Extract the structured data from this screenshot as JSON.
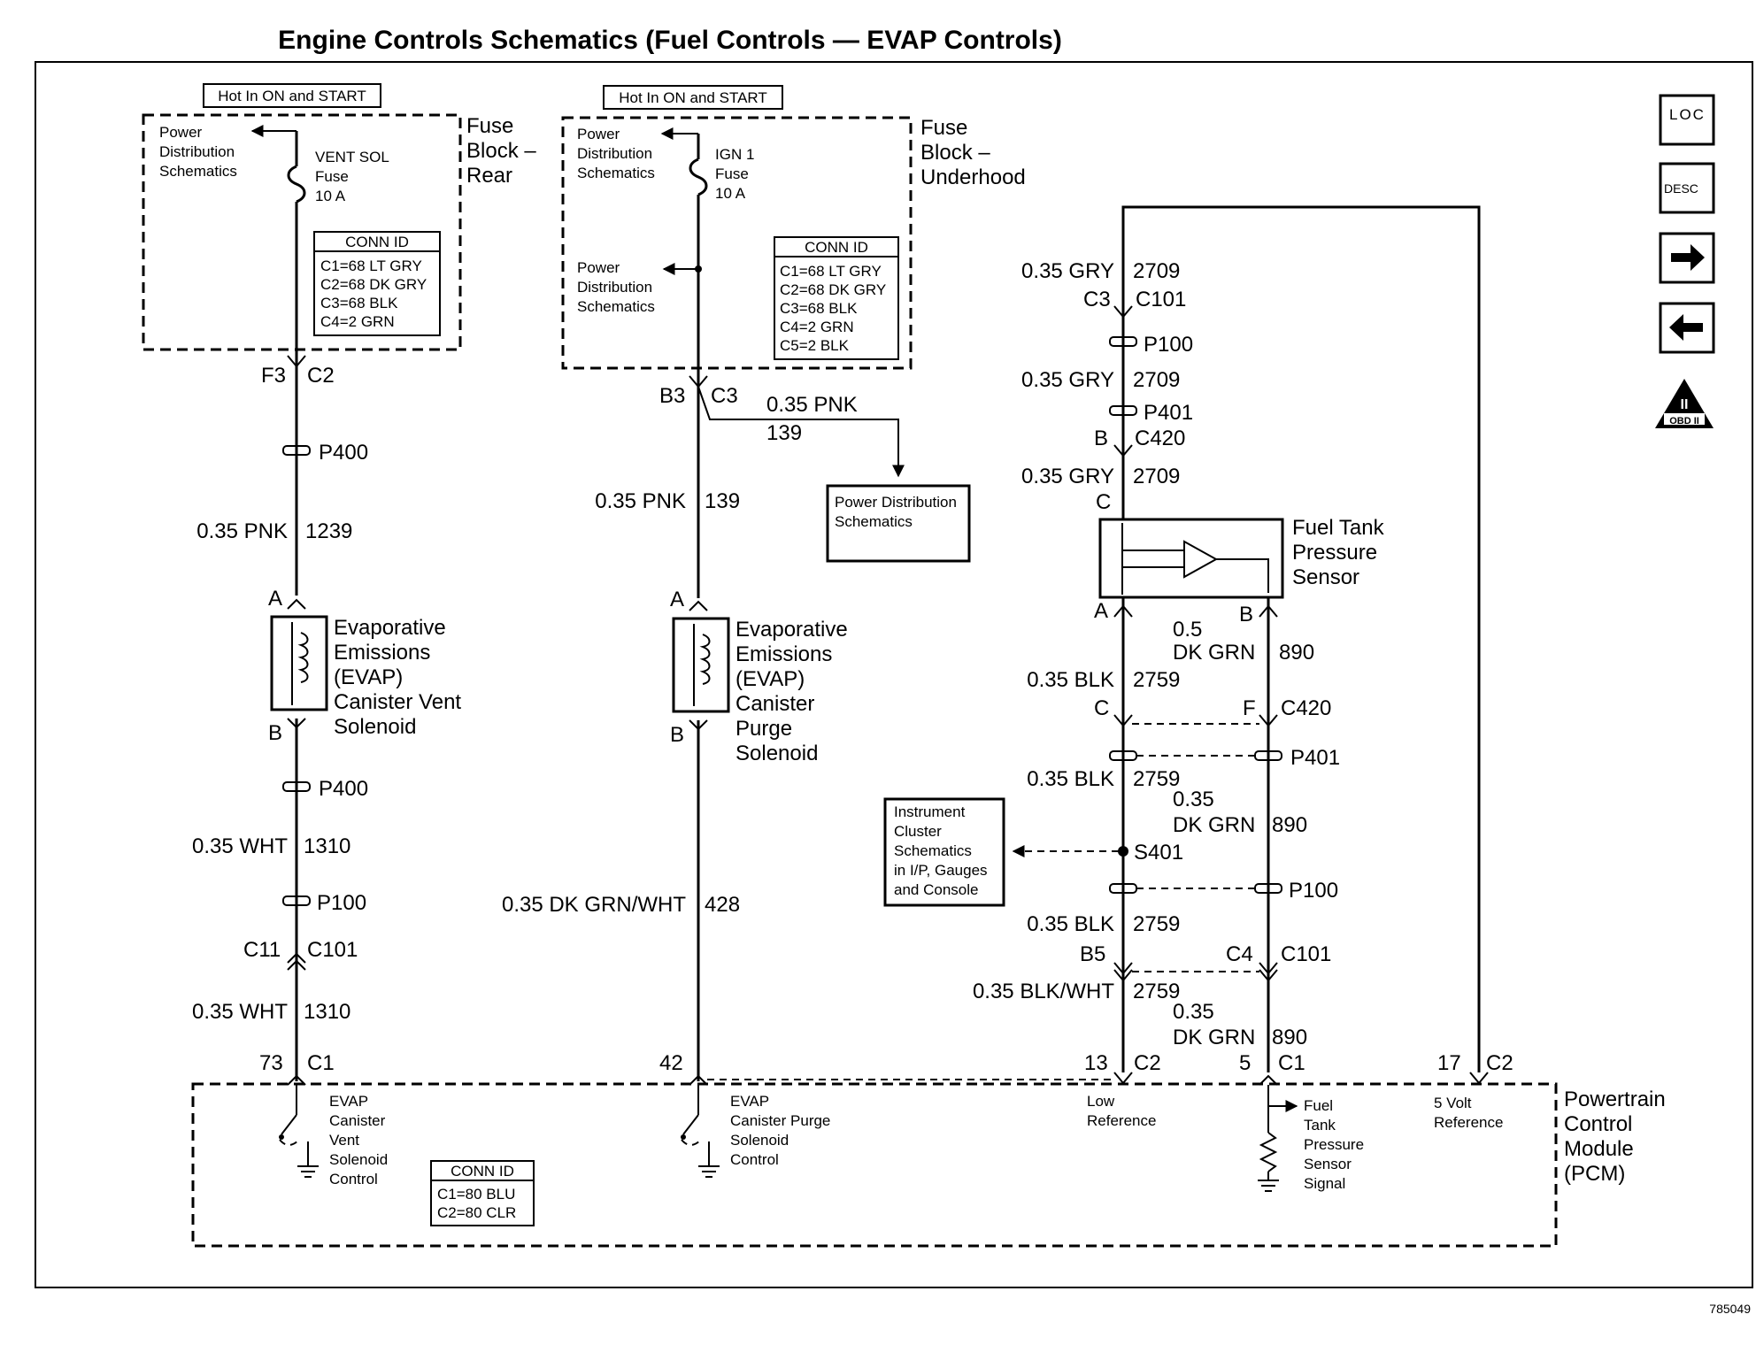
{
  "title": "Engine Controls Schematics (Fuel Controls — EVAP Controls)",
  "footer_id": "785049",
  "nav_icons": {
    "loc": "LOC",
    "desc": "DESC",
    "next": "next-arrow-icon",
    "prev": "prev-arrow-icon",
    "obd": "OBD II",
    "obd_numeral": "II"
  },
  "fuse_block_rear": {
    "hot_label": "Hot In ON and START",
    "name_lines": [
      "Fuse",
      "Block –",
      "Rear"
    ],
    "power_dist": [
      "Power",
      "Distribution",
      "Schematics"
    ],
    "fuse_lines": [
      "VENT SOL",
      "Fuse",
      "10 A"
    ],
    "conn_title": "CONN ID",
    "conn_lines": [
      "C1=68 LT GRY",
      "C2=68 DK GRY",
      "C3=68 BLK",
      "C4=2 GRN"
    ]
  },
  "fuse_block_underhood": {
    "hot_label": "Hot In ON and START",
    "name_lines": [
      "Fuse",
      "Block –",
      "Underhood"
    ],
    "power_dist_1": [
      "Power",
      "Distribution",
      "Schematics"
    ],
    "fuse_lines": [
      "IGN 1",
      "Fuse",
      "10 A"
    ],
    "power_dist_2": [
      "Power",
      "Distribution",
      "Schematics"
    ],
    "conn_title": "CONN ID",
    "conn_lines": [
      "C1=68 LT GRY",
      "C2=68 DK GRY",
      "C3=68 BLK",
      "C4=2 GRN",
      "C5=2 BLK"
    ]
  },
  "vent_circuit": {
    "pin_f3": "F3",
    "conn_c2": "C2",
    "p400_top": "P400",
    "wire1_size": "0.35 PNK",
    "wire1_num": "1239",
    "pin_a": "A",
    "pin_b": "B",
    "solenoid_lines": [
      "Evaporative",
      "Emissions",
      "(EVAP)",
      "Canister Vent",
      "Solenoid"
    ],
    "p400_bottom": "P400",
    "wire2_size": "0.35 WHT",
    "wire2_num": "1310",
    "p100": "P100",
    "pin_c11": "C11",
    "conn_c101": "C101",
    "wire3_size": "0.35 WHT",
    "wire3_num": "1310",
    "pin_73": "73",
    "conn_c1": "C1"
  },
  "purge_circuit": {
    "pin_b3": "B3",
    "conn_c3": "C3",
    "branch_size": "0.35 PNK",
    "branch_num": "139",
    "pds_box": [
      "Power Distribution",
      "Schematics"
    ],
    "wire1_size": "0.35 PNK",
    "wire1_num": "139",
    "pin_a": "A",
    "pin_b": "B",
    "solenoid_lines": [
      "Evaporative",
      "Emissions",
      "(EVAP)",
      "Canister",
      "Purge",
      "Solenoid"
    ],
    "wire2_size": "0.35 DK GRN/WHT",
    "wire2_num": "428",
    "pin_42": "42"
  },
  "sensor_circuit": {
    "gry1_size": "0.35 GRY",
    "gry1_num": "2709",
    "pin_c3": "C3",
    "conn_c101": "C101",
    "p100": "P100",
    "gry2_size": "0.35 GRY",
    "gry2_num": "2709",
    "p401": "P401",
    "pin_b": "B",
    "conn_c420": "C420",
    "gry3_size": "0.35 GRY",
    "gry3_num": "2709",
    "pin_c": "C",
    "sensor_lines": [
      "Fuel Tank",
      "Pressure",
      "Sensor"
    ],
    "sensor_pin_a": "A",
    "sensor_pin_b": "B",
    "grn1_size_1": "0.5",
    "grn1_size_2": "DK GRN",
    "grn1_num": "890",
    "blk1_size": "0.35 BLK",
    "blk1_num": "2759",
    "pin_c_lower": "C",
    "pin_f": "F",
    "conn_c420_lower": "C420",
    "p401_right": "P401",
    "blk2_size": "0.35 BLK",
    "blk2_num": "2759",
    "grn2_size_1": "0.35",
    "grn2_size_2": "DK GRN",
    "grn2_num": "890",
    "ic_box": [
      "Instrument",
      "Cluster",
      "Schematics",
      "in I/P, Gauges",
      "and Console"
    ],
    "s401": "S401",
    "p100_right": "P100",
    "blk3_size": "0.35 BLK",
    "blk3_num": "2759",
    "pin_b5": "B5",
    "pin_c4": "C4",
    "conn_c101_lower": "C101",
    "blkwht_size": "0.35 BLK/WHT",
    "blkwht_num": "2759",
    "grn3_size_1": "0.35",
    "grn3_size_2": "DK GRN",
    "grn3_num": "890",
    "pin_13": "13",
    "conn_c2": "C2",
    "pin_5": "5",
    "conn_c1": "C1",
    "pin_17": "17",
    "conn_c2_ref": "C2"
  },
  "pcm": {
    "name_lines": [
      "Powertrain",
      "Control",
      "Module",
      "(PCM)"
    ],
    "vent_control": [
      "EVAP",
      "Canister",
      "Vent",
      "Solenoid",
      "Control"
    ],
    "purge_control": [
      "EVAP",
      "Canister Purge",
      "Solenoid",
      "Control"
    ],
    "low_ref": [
      "Low",
      "Reference"
    ],
    "ftp_signal": [
      "Fuel",
      "Tank",
      "Pressure",
      "Sensor",
      "Signal"
    ],
    "five_volt": [
      "5 Volt",
      "Reference"
    ],
    "conn_title": "CONN ID",
    "conn_lines": [
      "C1=80 BLU",
      "C2=80 CLR"
    ]
  }
}
